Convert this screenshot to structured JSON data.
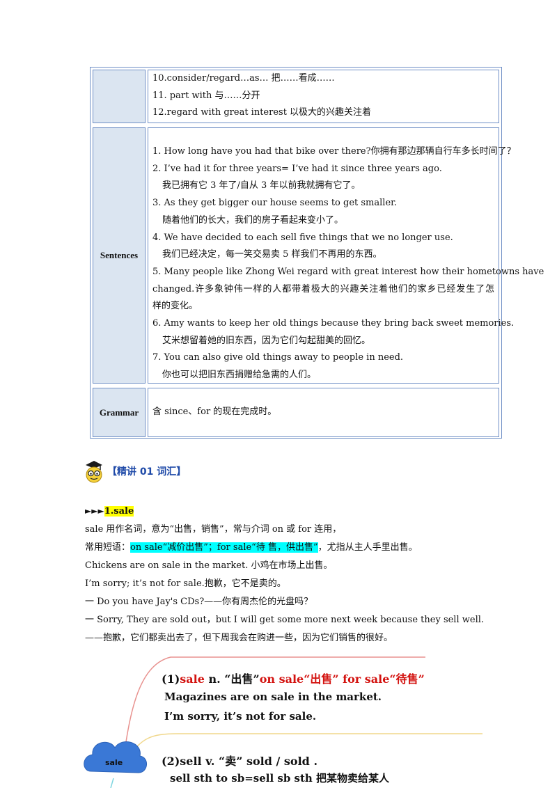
{
  "table": {
    "row_phrases": {
      "lines": [
        "10.consider/regard…as…      把……看成……",
        "11. part with    与……分开",
        "12.regard with great interest  以极大的兴趣关注着"
      ]
    },
    "row_sentences": {
      "label": "Sentences",
      "lines": [
        "1. How long have you had that bike over there?你拥有那边那辆自行车多长时间了？",
        "2. I’ve had it for three years= I’ve had it since three years ago.",
        "我已拥有它 3 年了/自从 3 年以前我就拥有它了。",
        "3. As they get bigger our house seems to get smaller.",
        "随着他们的长大，我们的房子看起来变小了。",
        "4. We have decided to each sell five things that we no longer use.",
        "我们已经决定，每一笑交易卖 5 样我们不再用的东西。",
        "5. Many people like Zhong Wei regard with great interest how their hometowns have",
        "changed.许多象钟伟一样的人都带着极大的兴趣关注着他们的家乡已经发生了怎",
        "样的变化。",
        "6. Amy wants to keep her old things because they bring back sweet memories.",
        "艾米想留着她的旧东西，因为它们勾起甜美的回忆。",
        "7. You can also give old things away to people in need.",
        "你也可以把旧东西捐赠给急需的人们。"
      ]
    },
    "row_grammar": {
      "label": "Grammar",
      "text": "含 since、for 的现在完成时。"
    }
  },
  "section": {
    "title": "【精讲 01      词汇】",
    "arrows": "►►►",
    "heading": "1.sale",
    "line1": "sale 用作名词，意为“出售，销售”，常与介词 on 或 for 连用，",
    "line2_prefix": "常用短语：",
    "line2_highlight": "on sale“减价出售”；for sale“待    售，供出售”",
    "line2_suffix": "，尤指从主人手里出售。",
    "line3": "Chickens are on sale in the market.  小鸡在市场上出售。",
    "line4": "I’m sorry; it’s not for sale.抱歉，它不是卖的。",
    "line5": " 一 Do you have Jay's CDs?——你有周杰伦的光盘吗？",
    "line6": " 一 Sorry, They are sold out，but I will get some more next week because they sell well.",
    "line7": "——抱歉，它们都卖出去了，但下周我会在购进一些，因为它们销售的很好。"
  },
  "mindmap": {
    "center_label": "sale",
    "b1_prefix": "(1)",
    "b1_sale": "sale",
    "b1_mid": " n. “出售”",
    "b1_onsale": "on sale“出售”",
    "b1_forsale": "  for sale“待售”",
    "b1_ex1": "Magazines are on sale in the market.",
    "b1_ex2": "I’m sorry, it’s not for sale.",
    "b2_title": "(2)sell v. “卖”  sold / sold .",
    "b2_ex1": "sell sth to sb=sell sb sth 把某物卖给某人"
  },
  "colors": {
    "table_border": "#6f8fc6",
    "label_bg": "#dbe5f1",
    "title_blue": "#1f4aa8",
    "highlight_yellow": "#ffff00",
    "highlight_cyan": "#00ffff",
    "red": "#d3120f",
    "cloud_blue": "#3a78d6"
  }
}
